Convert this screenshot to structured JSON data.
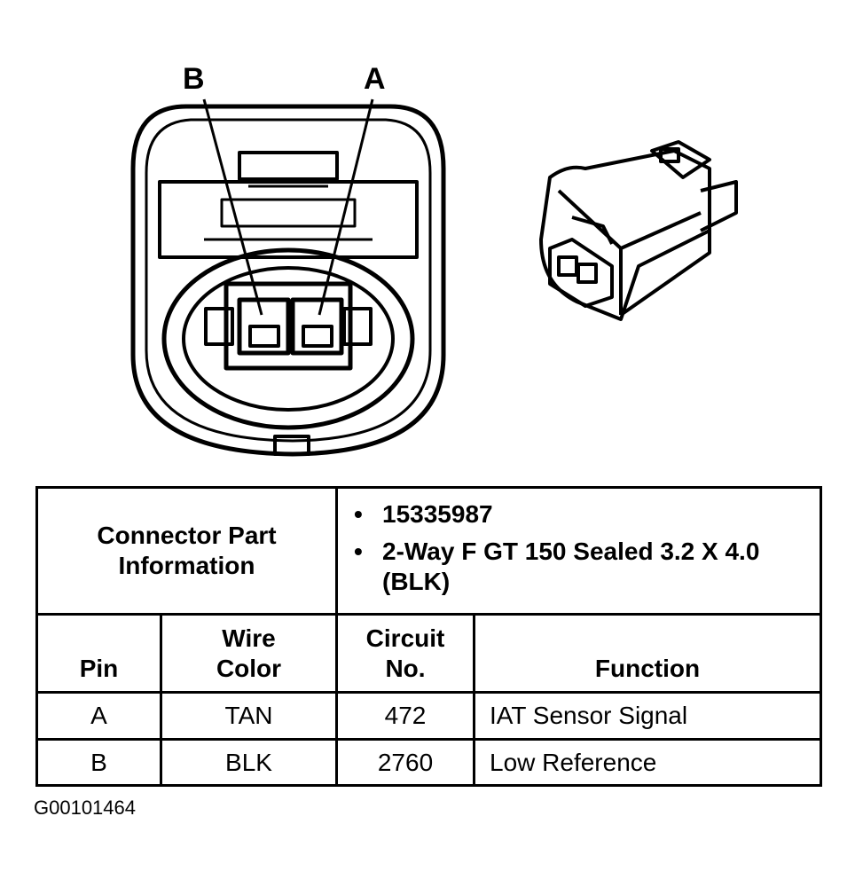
{
  "diagram": {
    "pin_labels": {
      "b": "B",
      "a": "A"
    }
  },
  "table": {
    "part_info_label": "Connector Part Information",
    "part_info_items": [
      "15335987",
      "2-Way F GT 150 Sealed 3.2 X 4.0 (BLK)"
    ],
    "columns": {
      "pin": "Pin",
      "wire_color": "Wire Color",
      "circuit_no": "Circuit No.",
      "function": "Function"
    },
    "rows": [
      {
        "pin": "A",
        "wire_color": "TAN",
        "circuit_no": "472",
        "function": "IAT Sensor Signal"
      },
      {
        "pin": "B",
        "wire_color": "BLK",
        "circuit_no": "2760",
        "function": "Low Reference"
      }
    ]
  },
  "figure_id": "G00101464"
}
